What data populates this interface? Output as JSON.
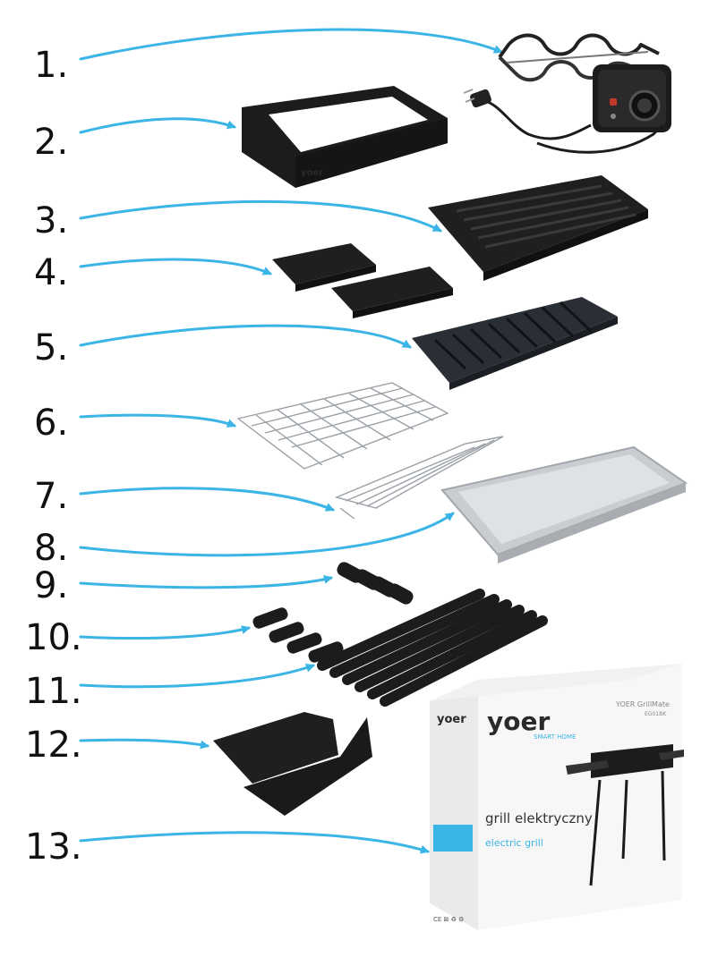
{
  "labels": [
    "1.",
    "2.",
    "3.",
    "4.",
    "5.",
    "6.",
    "7.",
    "8.",
    "9.",
    "10.",
    "11.",
    "12.",
    "13."
  ],
  "frame_logo": "yoer",
  "box": {
    "brand": "yoer",
    "brand_tag": "SMART HOME",
    "model_line": "YOER GrillMate",
    "model_code": "EG01BK",
    "title_pl": "grill elektryczny",
    "title_en": "electric grill",
    "side_brand": "yoer",
    "ce_marks": "CE ⊠ ♻ ⚙"
  },
  "colors": {
    "arrow": "#3bb4e6",
    "part": "#1c1c1c",
    "metal": "#c9ccd0",
    "box_side": "#e8eaec",
    "accent": "#3bb4e6"
  }
}
